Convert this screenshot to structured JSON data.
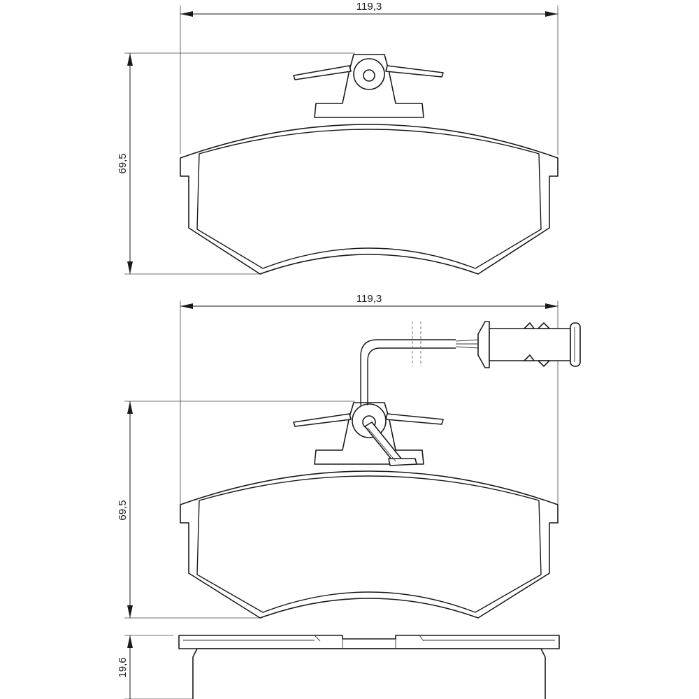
{
  "colors": {
    "line": "#1a1a1a",
    "background": "#ffffff"
  },
  "view_top": {
    "width_label": "119,3",
    "height_label": "69,5"
  },
  "view_sensor": {
    "width_label": "119,3",
    "height_label": "69,5"
  },
  "view_side": {
    "thickness_label": "19,6"
  }
}
